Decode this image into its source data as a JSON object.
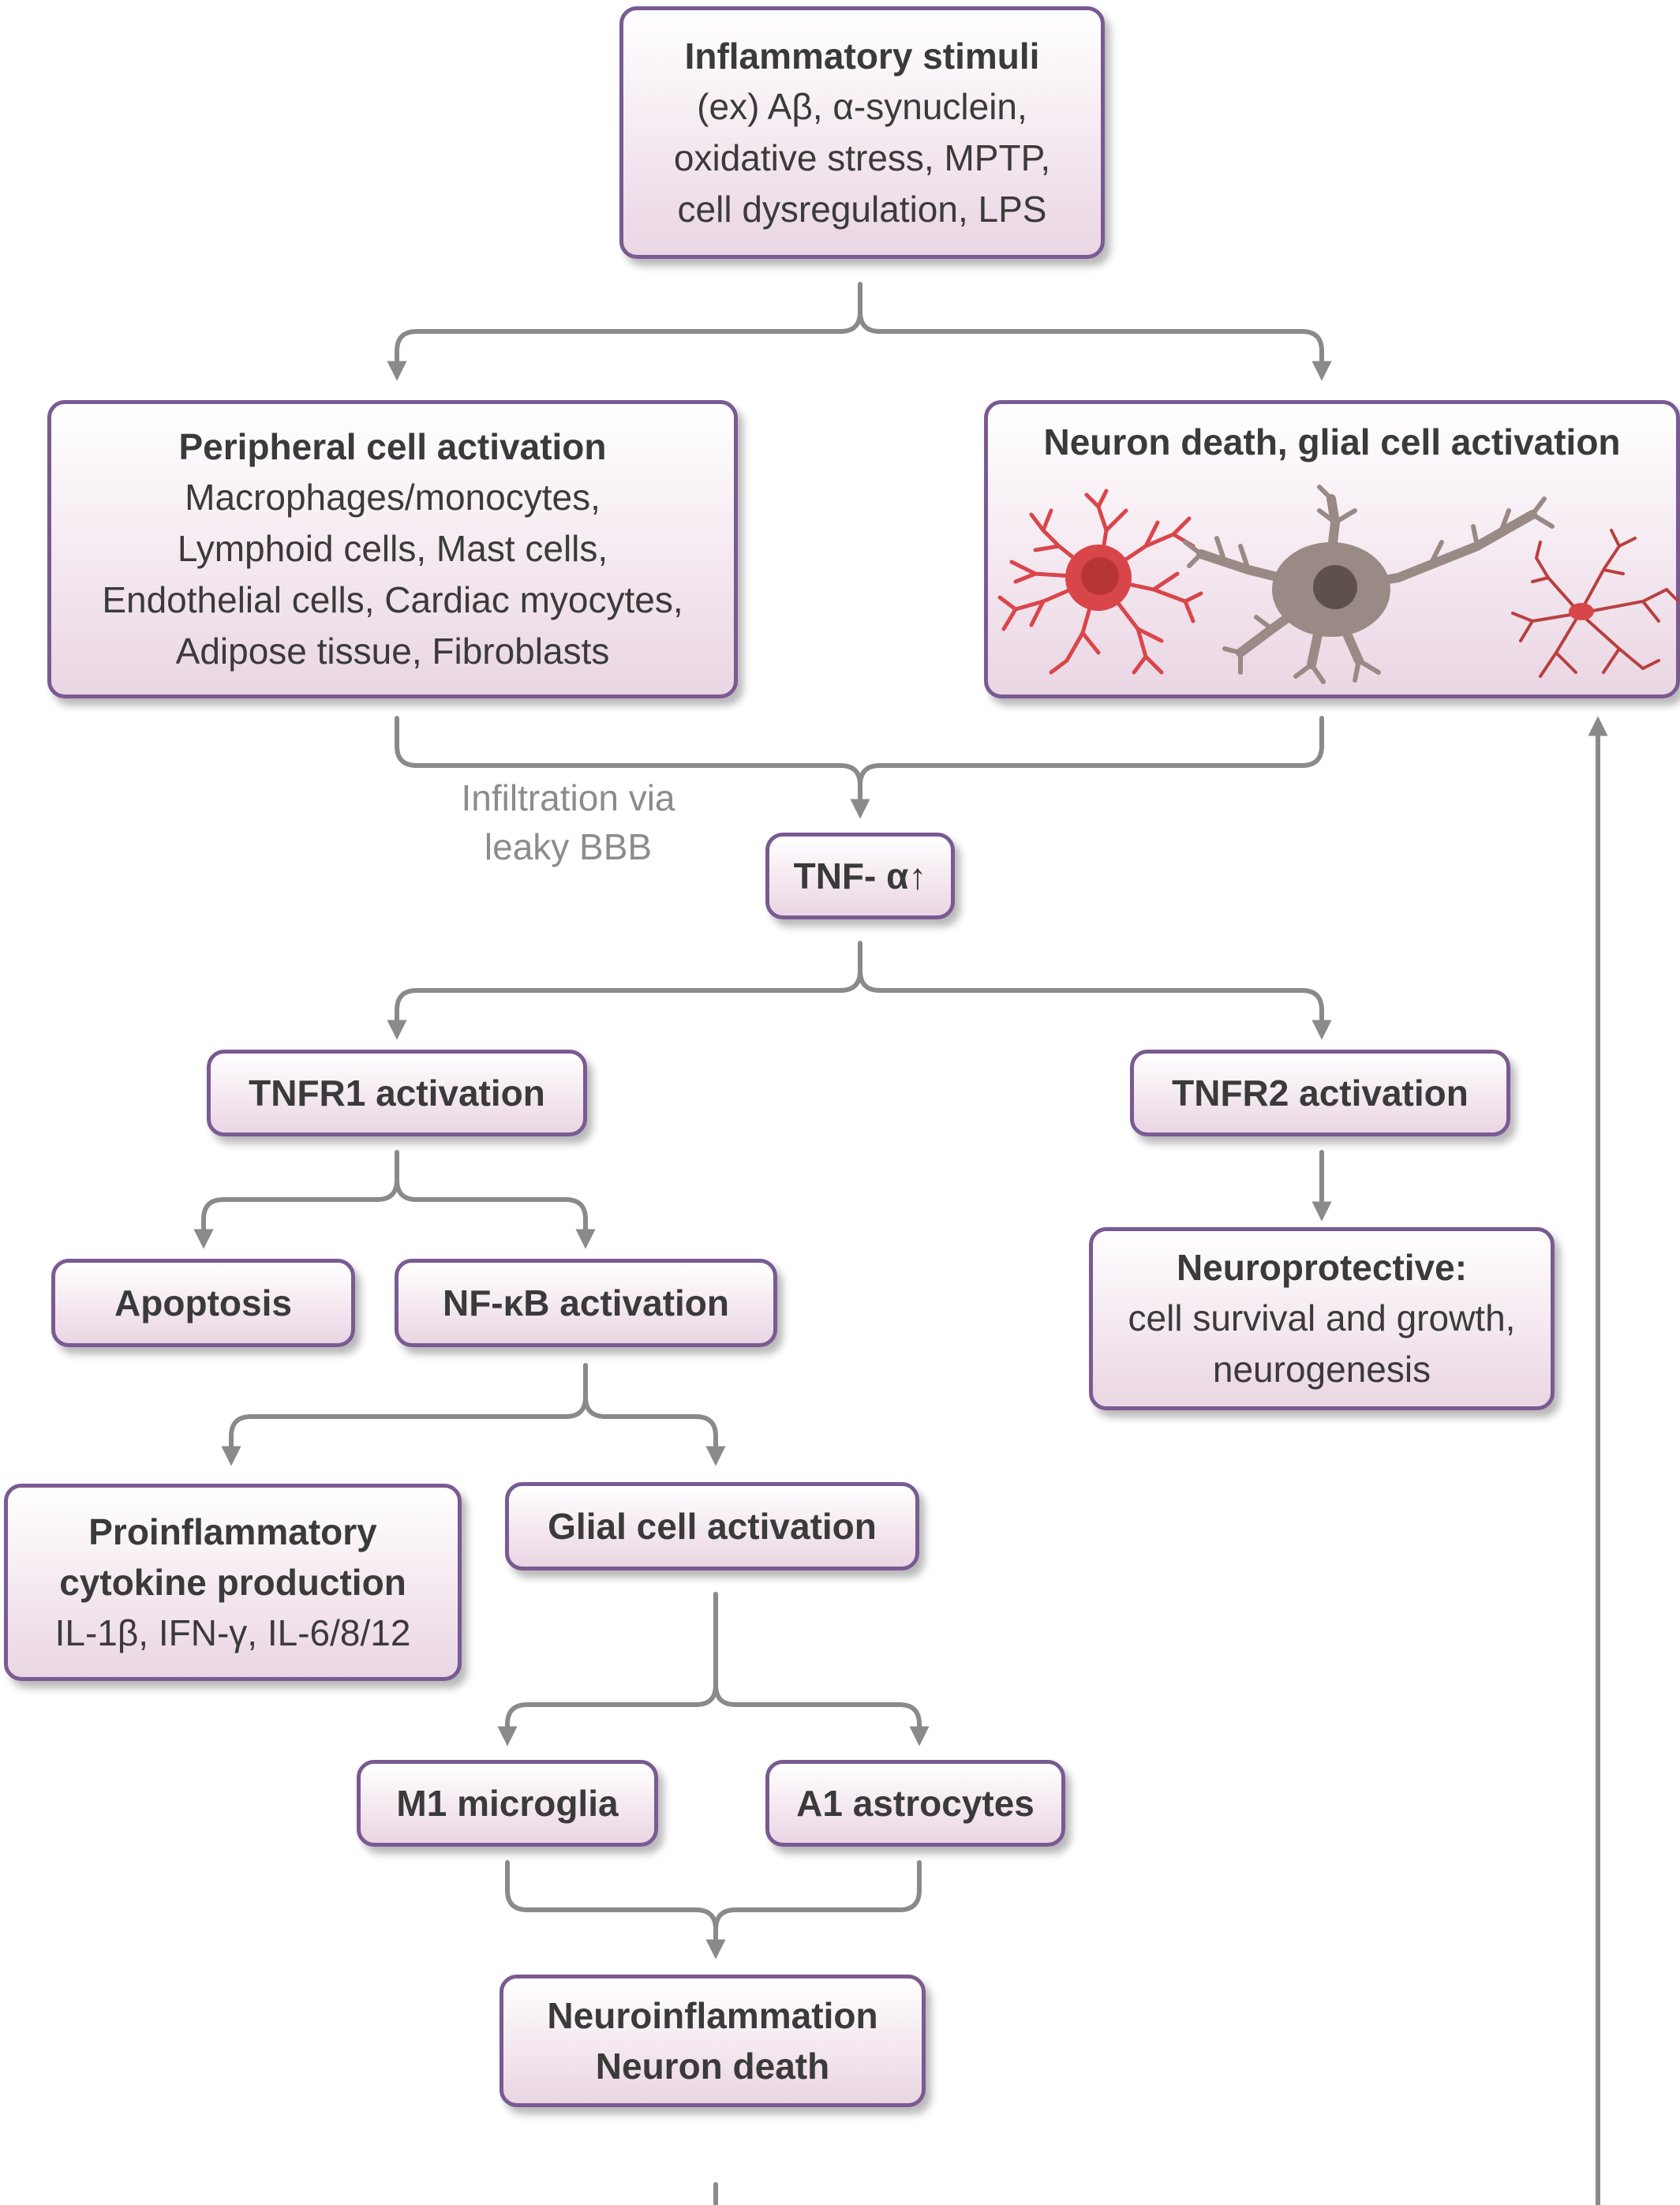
{
  "nodes": {
    "stimuli": {
      "title": "Inflammatory stimuli",
      "lines": [
        "(ex) Aβ, α-synuclein,",
        "oxidative stress, MPTP,",
        "cell dysregulation, LPS"
      ]
    },
    "peripheral": {
      "title": "Peripheral cell activation",
      "lines": [
        "Macrophages/monocytes,",
        "Lymphoid cells, Mast cells,",
        "Endothelial cells, Cardiac myocytes,",
        "Adipose tissue, Fibroblasts"
      ]
    },
    "neuron_glial": {
      "title": "Neuron death, glial cell activation"
    },
    "tnf": {
      "title": "TNF- α↑"
    },
    "tnfr1": {
      "title": "TNFR1 activation"
    },
    "tnfr2": {
      "title": "TNFR2 activation"
    },
    "apoptosis": {
      "title": "Apoptosis"
    },
    "nfkb": {
      "title": "NF-κB activation"
    },
    "neuroprotective": {
      "title": "Neuroprotective:",
      "lines": [
        "cell survival and growth,",
        "neurogenesis"
      ]
    },
    "proinflammatory": {
      "title_lines": [
        "Proinflammatory",
        "cytokine production"
      ],
      "lines": [
        "IL-1β, IFN-γ, IL-6/8/12"
      ]
    },
    "glial_activation": {
      "title": "Glial cell activation"
    },
    "m1": {
      "title": "M1 microglia"
    },
    "a1": {
      "title": "A1 astrocytes"
    },
    "neuroinflammation": {
      "title_lines": [
        "Neuroinflammation",
        "Neuron death"
      ]
    }
  },
  "edge_labels": {
    "infiltration": [
      "Infiltration via",
      "leaky BBB"
    ]
  },
  "colors": {
    "box_border": "#7a5a92",
    "box_fill_bottom": "#e9d6e3",
    "arrow": "#8a8a8a",
    "astrocyte_red": "#d9464a",
    "neuron_brown": "#9a8a85",
    "microglia_red": "#b8403f"
  },
  "icons": [
    "astrocyte-icon",
    "neuron-icon",
    "microglia-icon"
  ]
}
